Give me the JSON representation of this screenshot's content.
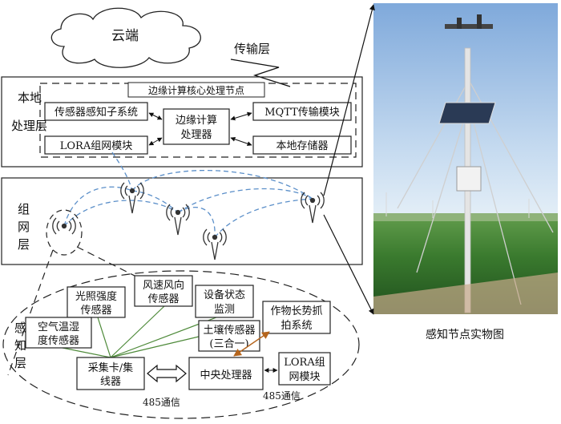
{
  "cloud": {
    "label": "云端"
  },
  "transport": {
    "label": "传输层"
  },
  "local_layer": {
    "label_lines": [
      "本地",
      "处理层"
    ],
    "group_title": "边缘计算核心处理节点",
    "boxes": {
      "sensor_subsystem": "传感器感知子系统",
      "edge_processor": [
        "边缘计算",
        "处理器"
      ],
      "mqtt": "MQTT传输模块",
      "lora": "LORA组网模块",
      "storage": "本地存储器"
    }
  },
  "network_layer": {
    "label_lines": [
      "组",
      "网",
      "层"
    ]
  },
  "sensing_layer": {
    "label_lines": [
      "感",
      "知",
      "层"
    ],
    "boxes": {
      "light": [
        "光照强度",
        "传感器"
      ],
      "wind": [
        "风速风向",
        "传感器"
      ],
      "device_status": [
        "设备状态",
        "监测"
      ],
      "air": [
        "空气温湿",
        "度传感器"
      ],
      "soil": [
        "土壤传感器",
        "(三合一)"
      ],
      "crop": [
        "作物长势抓",
        "拍系统"
      ],
      "collector": [
        "采集卡/集",
        "线器"
      ],
      "cpu": "中央处理器",
      "lora": [
        "LORA组",
        "网模块"
      ]
    },
    "comm_labels": [
      "485通信",
      "485通信"
    ]
  },
  "photo": {
    "caption": "感知节点实物图"
  },
  "colors": {
    "wifi_link": "#5b8fc9",
    "sensor_link": "#4e8a3a",
    "crop_link": "#b5651d",
    "sky": "#9cc0e6",
    "field": "#2f6b2a"
  }
}
